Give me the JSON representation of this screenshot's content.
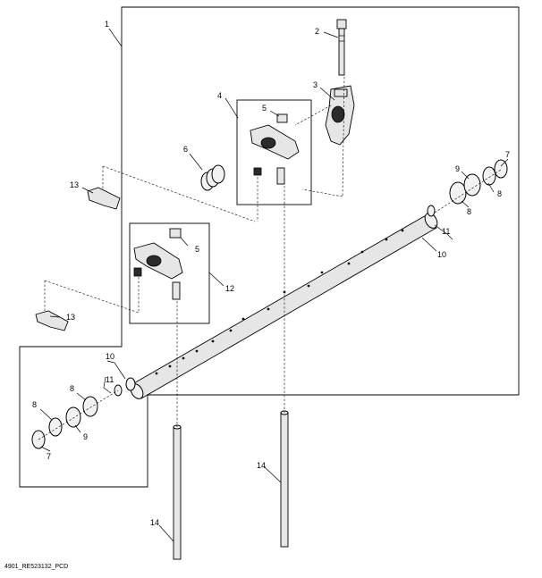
{
  "callouts": {
    "c1": "1",
    "c2": "2",
    "c3": "3",
    "c4": "4",
    "c5a": "5",
    "c5b": "5",
    "c6": "6",
    "c7a": "7",
    "c7b": "7",
    "c8a": "8",
    "c8b": "8",
    "c8c": "8",
    "c8d": "8",
    "c9a": "9",
    "c9b": "9",
    "c10a": "10",
    "c10b": "10",
    "c11a": "11",
    "c11b": "11",
    "c12": "12",
    "c13a": "13",
    "c13b": "13",
    "c14a": "14",
    "c14b": "14"
  },
  "figure_id": "4901_RE523132_PCD"
}
